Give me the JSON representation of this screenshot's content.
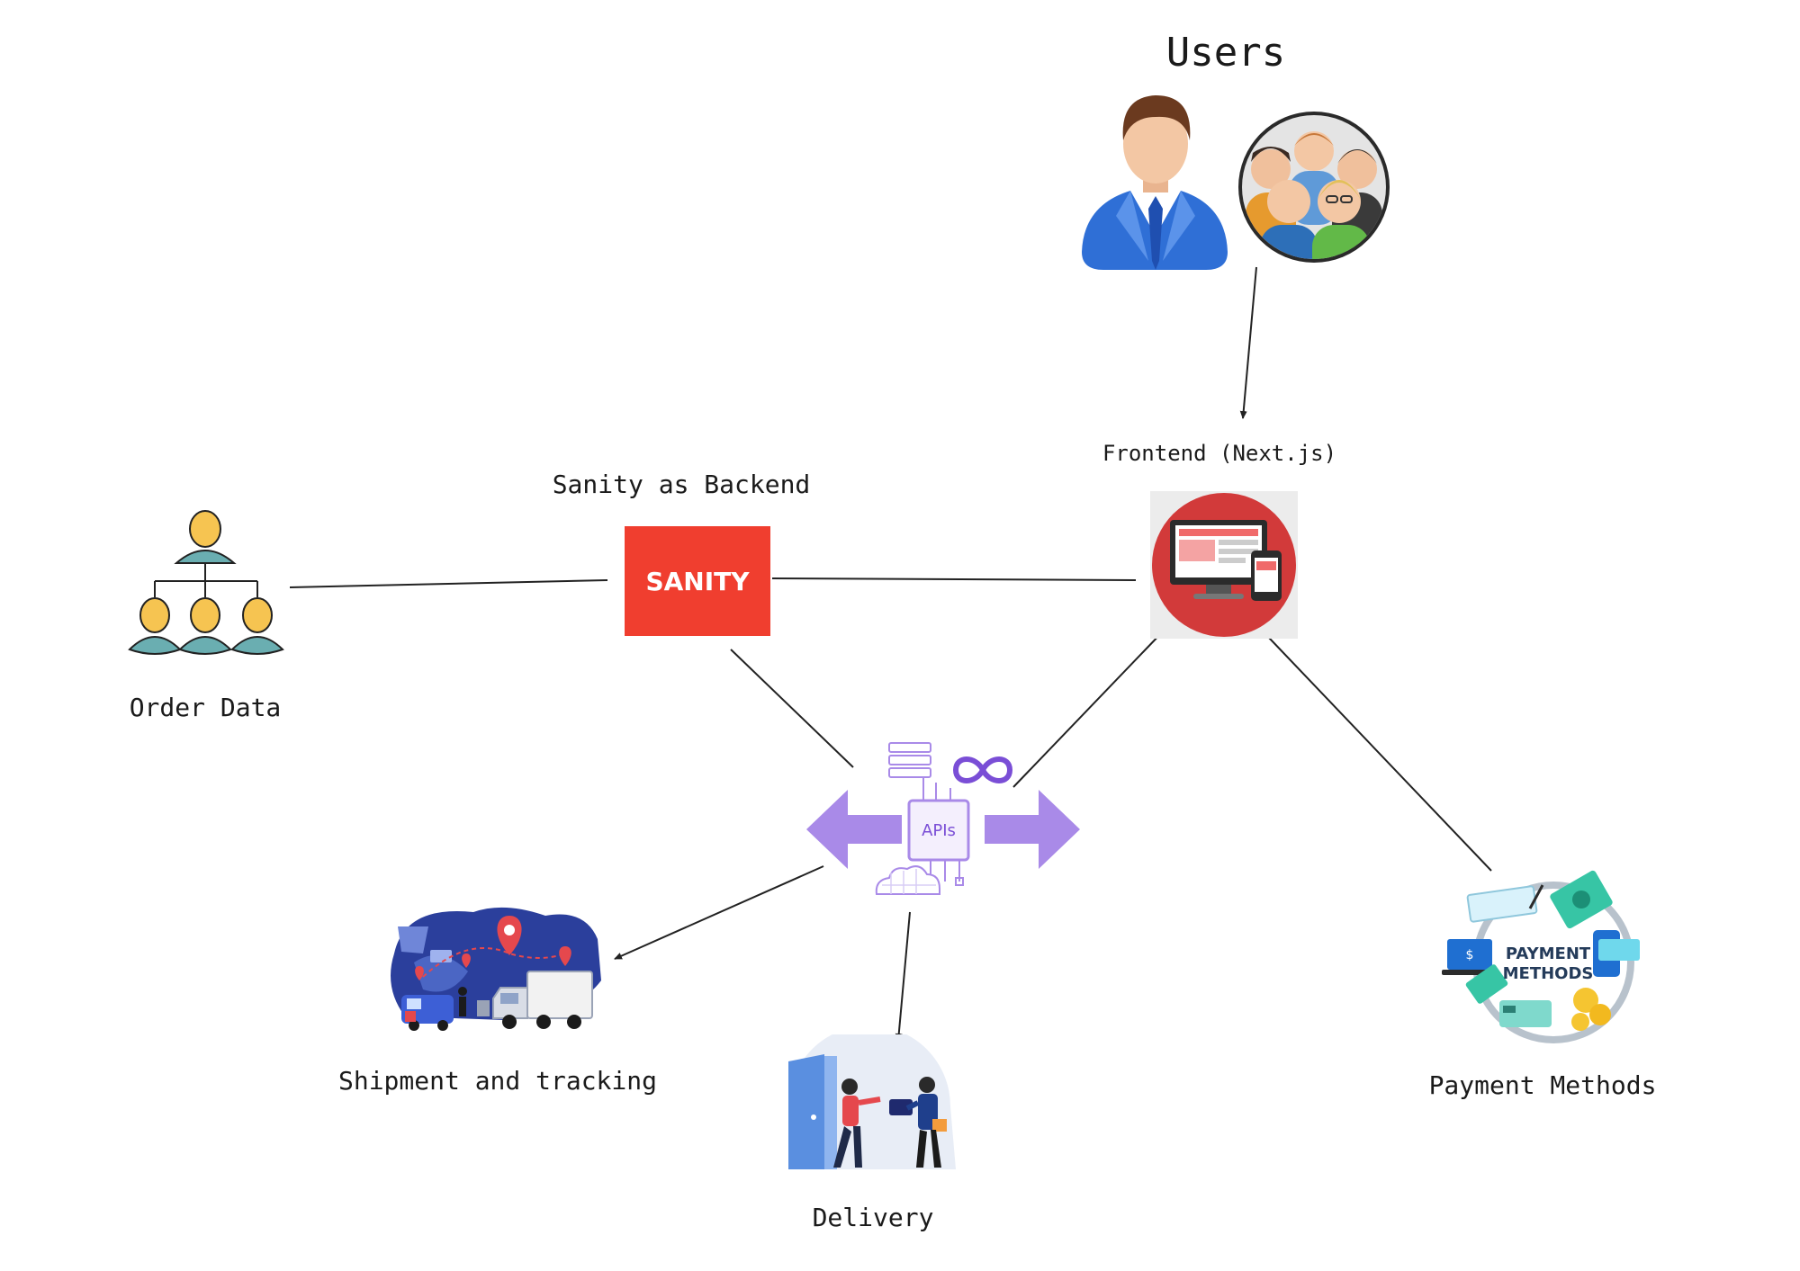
{
  "labels": {
    "users": "Users",
    "frontend": "Frontend (Next.js)",
    "sanity_backend": "Sanity as Backend",
    "order_data": "Order Data",
    "shipment": "Shipment and tracking",
    "delivery": "Delivery",
    "payment": "Payment Methods"
  },
  "logos": {
    "sanity": "SANITY",
    "apis": "APIs",
    "payment_line1": "PAYMENT",
    "payment_line2": "METHODS"
  },
  "colors": {
    "sanity_red": "#f03e2f",
    "frontend_red": "#d23a3a",
    "api_purple": "#a98ae8",
    "org_yellow": "#f6c451",
    "org_teal": "#6aaeb1",
    "map_blue": "#2b3f9c",
    "payment_teal": "#37c5a5"
  },
  "icons": [
    "businessman-icon",
    "people-group-icon",
    "org-chart-icon",
    "sanity-logo",
    "devices-icon",
    "api-hub-icon",
    "map-truck-icon",
    "delivery-door-icon",
    "payment-methods-icon"
  ]
}
